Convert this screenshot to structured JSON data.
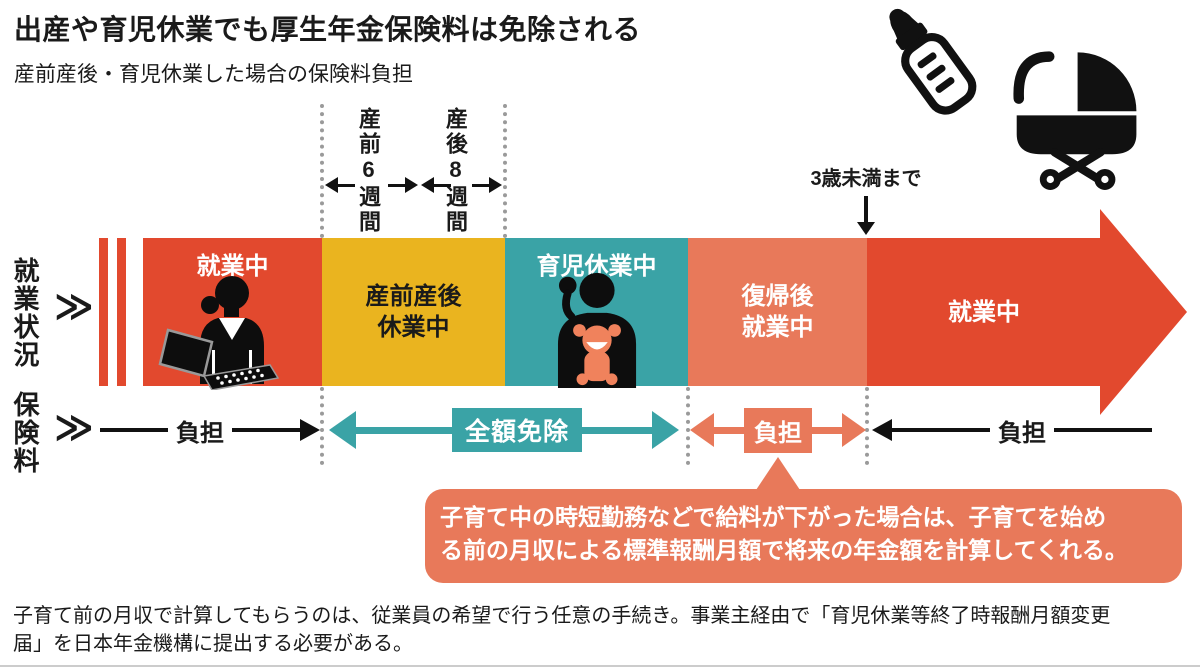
{
  "page": {
    "title": "出産や育児休業でも厚生年金保険料は免除される",
    "subtitle": "産前産後・育児休業した場合の保険料負担"
  },
  "row_labels": {
    "employment": "就業状況",
    "premium": "保険料",
    "chevron": "≫"
  },
  "markers": {
    "prenatal": "産前6週間",
    "postnatal": "産後8週間",
    "age_limit": "3歳未満まで"
  },
  "timeline": {
    "segments": [
      {
        "label": "就業中",
        "color": "#e2492e",
        "text_color": "#ffffff"
      },
      {
        "label": "産前産後\n休業中",
        "color": "#eab41f",
        "text_color": "#1a1a1a"
      },
      {
        "label": "育児休業中",
        "color": "#3aa3a6",
        "text_color": "#ffffff"
      },
      {
        "label": "復帰後\n就業中",
        "color": "#e8795a",
        "text_color": "#ffffff"
      },
      {
        "label": "就業中",
        "color": "#e2492e",
        "text_color": "#ffffff"
      }
    ]
  },
  "premium_row": {
    "burden_left": "負担",
    "exempt": "全額免除",
    "burden_mid": "負担",
    "burden_right": "負担"
  },
  "callout": {
    "text": "子育て中の時短勤務などで給料が下がった場合は、子育てを始め\nる前の月収による標準報酬月額で将来の年金額を計算してくれる。"
  },
  "footnote": "子育て前の月収で計算してもらうのは、従業員の希望で行う任意の手続き。事業主経由で「育児休業等終了時報酬月額変更\n届」を日本年金機構に提出する必要がある。",
  "icons": {
    "baby_bottle": "baby-bottle-icon",
    "stroller": "stroller-icon",
    "working_woman": "woman-at-laptop-icon",
    "childcare_woman": "woman-holding-baby-icon"
  },
  "colors": {
    "red": "#e2492e",
    "yellow": "#eab41f",
    "teal": "#3aa3a6",
    "salmon": "#e8795a",
    "ink": "#1a1a1a",
    "dots": "#9a9a9a"
  }
}
